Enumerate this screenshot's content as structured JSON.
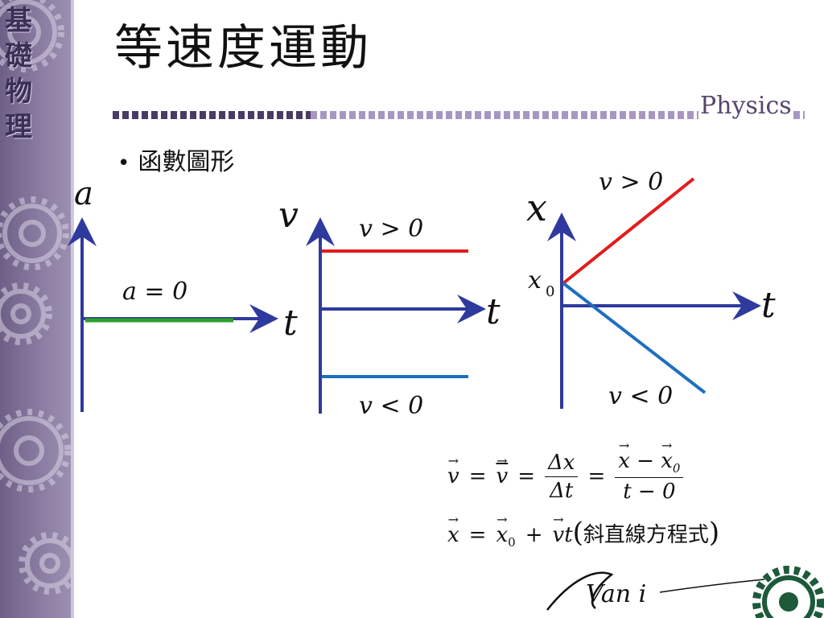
{
  "sidebar": {
    "title_chars": [
      "基",
      "礎",
      "物",
      "理"
    ]
  },
  "title": "等速度運動",
  "brand": "Physics",
  "bullet": "函數圖形",
  "graphs": {
    "a_graph": {
      "y_label": "a",
      "x_label": "t",
      "line_label": "a = 0",
      "line_color": "#2ca02c"
    },
    "v_graph": {
      "y_label": "v",
      "x_label": "t",
      "pos_label": "v > 0",
      "neg_label": "v < 0",
      "pos_color": "#e31b1b",
      "neg_color": "#1f6fbf"
    },
    "x_graph": {
      "y_label": "x",
      "x_label": "t",
      "intercept_label": "x",
      "intercept_sub": "0",
      "pos_label": "v > 0",
      "neg_label": "v < 0",
      "pos_color": "#e31b1b",
      "neg_color": "#1f6fbf"
    },
    "axis_color": "#2f3a9e"
  },
  "formula": {
    "line1": {
      "v": "v",
      "vbar": "v",
      "num1": "Δx",
      "den1": "Δt",
      "num2_a": "x",
      "num2_b": "x",
      "num2_sub": "0",
      "den2": "t − 0"
    },
    "line2": {
      "x": "x",
      "x0": "x",
      "x0_sub": "0",
      "vt_v": "v",
      "vt_t": "t",
      "note": "斜直線方程式"
    }
  },
  "logo": {
    "text": "Van i"
  }
}
